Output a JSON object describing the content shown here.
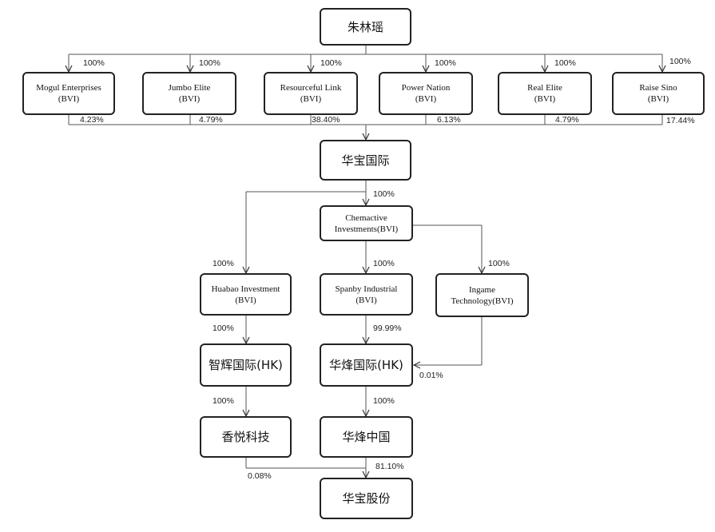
{
  "nodes": {
    "zhu": {
      "lines": [
        "朱林瑶"
      ]
    },
    "mogul": {
      "lines": [
        "Mogul Enterprises",
        "(BVI)"
      ]
    },
    "jumbo": {
      "lines": [
        "Jumbo Elite",
        "(BVI)"
      ]
    },
    "resourceful": {
      "lines": [
        "Resourceful Link",
        "(BVI)"
      ]
    },
    "power": {
      "lines": [
        "Power Nation",
        "(BVI)"
      ]
    },
    "real": {
      "lines": [
        "Real Elite",
        "(BVI)"
      ]
    },
    "raise": {
      "lines": [
        "Raise Sino",
        "(BVI)"
      ]
    },
    "huabao_intl": {
      "lines": [
        "华宝国际"
      ]
    },
    "chemactive": {
      "lines": [
        "Chemactive",
        "Investments(BVI)"
      ]
    },
    "huabao_inv": {
      "lines": [
        "Huabao Investment",
        "(BVI)"
      ]
    },
    "spanby": {
      "lines": [
        "Spanby Industrial",
        "(BVI)"
      ]
    },
    "ingame": {
      "lines": [
        "Ingame",
        "Technology(BVI)"
      ]
    },
    "zhihui": {
      "lines": [
        "智辉国际(HK)"
      ]
    },
    "huafeng_hk": {
      "lines": [
        "华烽国际(HK)"
      ]
    },
    "xiangyue": {
      "lines": [
        "香悦科技"
      ]
    },
    "huafeng_cn": {
      "lines": [
        "华烽中国"
      ]
    },
    "huabao_gf": {
      "lines": [
        "华宝股份"
      ]
    }
  },
  "percentages": {
    "zhu_mogul": "100%",
    "zhu_jumbo": "100%",
    "zhu_resourceful": "100%",
    "zhu_power": "100%",
    "zhu_real": "100%",
    "zhu_raise": "100%",
    "mogul_hb": "4.23%",
    "jumbo_hb": "4.79%",
    "resourceful_hb": "38.40%",
    "power_hb": "6.13%",
    "real_hb": "4.79%",
    "raise_hb": "17.44%",
    "hb_chemactive": "100%",
    "hb_huabaoinv": "100%",
    "chem_spanby": "100%",
    "chem_ingame": "100%",
    "huabaoinv_zhihui": "100%",
    "spanby_huafeng": "99.99%",
    "ingame_huafeng": "0.01%",
    "zhihui_xiangyue": "100%",
    "huafeng_huafengcn": "100%",
    "huafengcn_gf": "81.10%",
    "xiangyue_gf": "0.08%"
  }
}
